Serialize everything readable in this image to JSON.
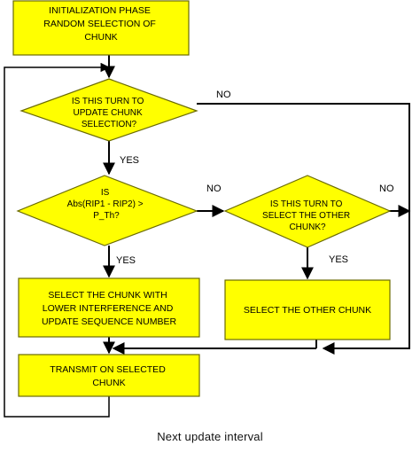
{
  "colors": {
    "box_fill": "#ffff00",
    "box_stroke": "#6b6b00",
    "line": "#000000",
    "background": "#ffffff"
  },
  "nodes": {
    "init": [
      "INITIALIZATION PHASE",
      "RANDOM SELECTION OF",
      "CHUNK"
    ],
    "decision_update": [
      "IS THIS TURN TO",
      "UPDATE CHUNK",
      "SELECTION?"
    ],
    "decision_abs": [
      "IS",
      "Abs(RIP1 - RIP2) >",
      "P_Th?"
    ],
    "decision_other": [
      "IS THIS TURN TO",
      "SELECT THE OTHER",
      "CHUNK?"
    ],
    "select_lower": [
      "SELECT THE CHUNK WITH",
      "LOWER INTERFERENCE AND",
      "UPDATE SEQUENCE NUMBER"
    ],
    "select_other": [
      "SELECT THE OTHER CHUNK"
    ],
    "transmit": [
      "TRANSMIT ON SELECTED",
      "CHUNK"
    ]
  },
  "edges": {
    "update_no": "NO",
    "update_yes": "YES",
    "abs_no": "NO",
    "abs_yes": "YES",
    "other_no": "NO",
    "other_yes": "YES"
  },
  "caption": "Next update interval"
}
